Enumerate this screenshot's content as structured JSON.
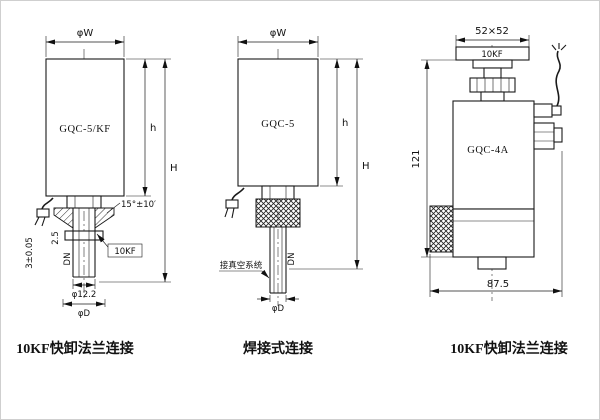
{
  "figures": {
    "left": {
      "model": "GQC-5/KF",
      "caption": "10KF快卸法兰连接",
      "dims": {
        "phi_w": "φW",
        "h": "h",
        "H": "H",
        "angle": "15°±10′",
        "tol3": "3±0.05",
        "d2_5": "2.5",
        "dn": "DN",
        "phi12_2": "φ12.2",
        "phi_d": "φD",
        "kf": "10KF"
      }
    },
    "middle": {
      "model": "GQC-5",
      "caption": "焊接式连接",
      "dims": {
        "phi_w": "φW",
        "h": "h",
        "H": "H",
        "vacuum_note": "接真空系统",
        "dn": "DN",
        "phi_d": "φD"
      }
    },
    "right": {
      "model": "GQC-4A",
      "caption": "10KF快卸法兰连接",
      "dims": {
        "square": "52×52",
        "kf": "10KF",
        "height": "121",
        "width": "87.5"
      }
    }
  }
}
